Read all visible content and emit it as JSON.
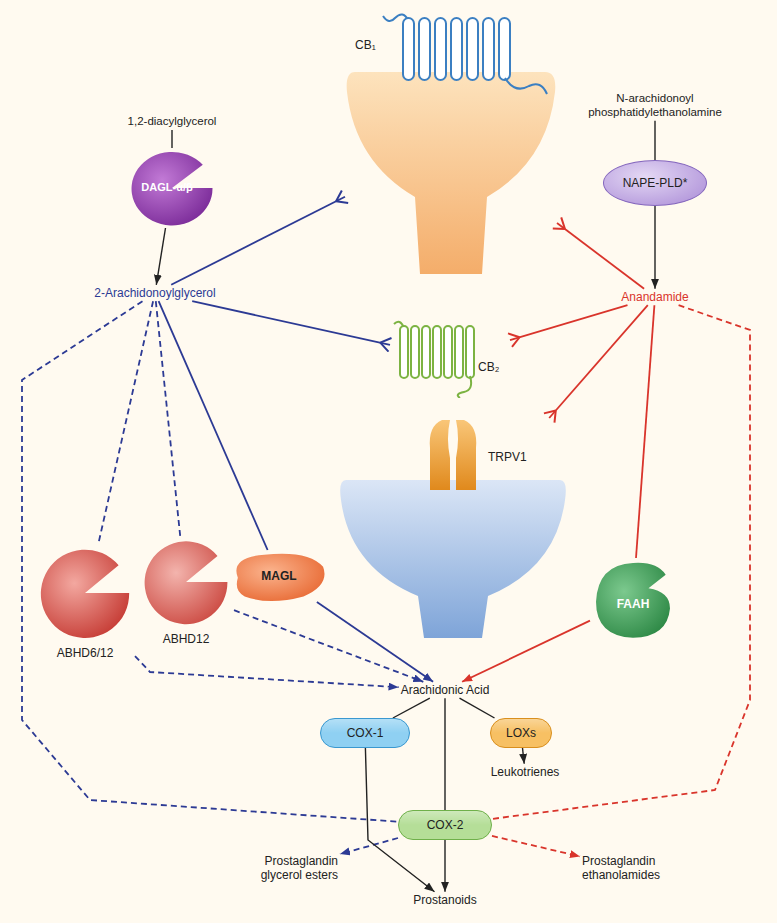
{
  "diagram": {
    "nodes": [
      {
        "text": [
          "1,2-diacylglycerol"
        ]
      },
      {
        "text": [
          "DAGL-α/β"
        ]
      },
      {
        "text": [
          "N-arachidonoyl phosphatidylethanolamine"
        ]
      },
      {
        "text": [
          "NAPE-PLD*"
        ]
      },
      {
        "text": [
          "CB₁"
        ]
      },
      {
        "text": [
          "2-Arachidonoylglycerol"
        ]
      },
      {
        "text": [
          "CB₂"
        ]
      },
      {
        "text": [
          "Anandamide"
        ]
      },
      {
        "text": [
          "TRPV1"
        ]
      },
      {
        "text": [
          "ABHD6/12"
        ]
      },
      {
        "text": [
          "ABHD12"
        ]
      },
      {
        "text": [
          "MAGL"
        ]
      },
      {
        "text": [
          "FAAH"
        ]
      },
      {
        "text": [
          "Arachidonic Acid"
        ]
      },
      {
        "text": [
          "COX-1"
        ]
      },
      {
        "text": [
          "LOXs"
        ]
      },
      {
        "text": [
          "Leukotrienes"
        ]
      },
      {
        "text": [
          "COX-2"
        ]
      },
      {
        "text": [
          "Prostaglandin glycerol esters"
        ]
      },
      {
        "text": [
          "Prostanoids"
        ]
      },
      {
        "text": [
          "Prostaglandin ethanolamides"
        ]
      }
    ],
    "edges": [
      {
        "from": 0,
        "to": 1,
        "arrow": "none"
      },
      {
        "from": 1,
        "to": 5,
        "arrow": "to"
      },
      {
        "from": 2,
        "to": 3,
        "arrow": "none"
      },
      {
        "from": 3,
        "to": 7,
        "arrow": "to"
      },
      {
        "from": 5,
        "to": 4,
        "arrow": "to"
      },
      {
        "from": 5,
        "to": 6,
        "arrow": "to"
      },
      {
        "from": 7,
        "to": 4,
        "arrow": "to"
      },
      {
        "from": 7,
        "to": 6,
        "arrow": "to"
      },
      {
        "from": 7,
        "to": 8,
        "arrow": "to"
      },
      {
        "from": 5,
        "to": 9,
        "arrow": "none"
      },
      {
        "from": 5,
        "to": 10,
        "arrow": "none"
      },
      {
        "from": 5,
        "to": 11,
        "arrow": "none"
      },
      {
        "from": 5,
        "to": 17,
        "arrow": "none"
      },
      {
        "from": 9,
        "to": 13,
        "arrow": "to"
      },
      {
        "from": 10,
        "to": 13,
        "arrow": "to"
      },
      {
        "from": 11,
        "to": 13,
        "arrow": "to"
      },
      {
        "from": 7,
        "to": 12,
        "arrow": "none"
      },
      {
        "from": 12,
        "to": 13,
        "arrow": "to"
      },
      {
        "from": 7,
        "to": 17,
        "arrow": "none"
      },
      {
        "from": 17,
        "to": 18,
        "arrow": "to"
      },
      {
        "from": 17,
        "to": 20,
        "arrow": "to"
      },
      {
        "from": 13,
        "to": 14,
        "arrow": "none"
      },
      {
        "from": 14,
        "to": 19,
        "arrow": "to"
      },
      {
        "from": 13,
        "to": 17,
        "arrow": "none"
      },
      {
        "from": 17,
        "to": 19,
        "arrow": "to"
      },
      {
        "from": 13,
        "to": 15,
        "arrow": "none"
      },
      {
        "from": 15,
        "to": 16,
        "arrow": "to"
      }
    ]
  }
}
